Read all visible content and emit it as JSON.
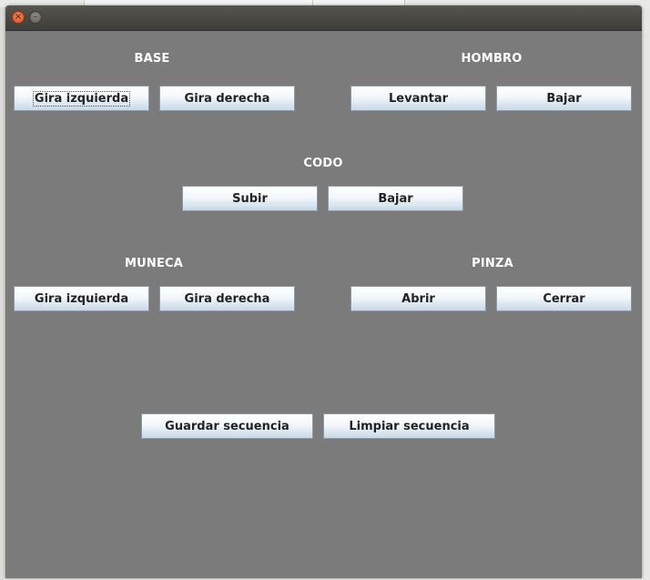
{
  "window": {
    "close_glyph": "×",
    "minimize_glyph": "–"
  },
  "base": {
    "label": "BASE",
    "left_button": "Gira izquierda",
    "right_button": "Gira derecha"
  },
  "hombro": {
    "label": "HOMBRO",
    "up_button": "Levantar",
    "down_button": "Bajar"
  },
  "codo": {
    "label": "CODO",
    "up_button": "Subir",
    "down_button": "Bajar"
  },
  "muneca": {
    "label": "MUNECA",
    "left_button": "Gira izquierda",
    "right_button": "Gira derecha"
  },
  "pinza": {
    "label": "PINZA",
    "open_button": "Abrir",
    "close_button": "Cerrar"
  },
  "sequence": {
    "save_button": "Guardar secuencia",
    "clear_button": "Limpiar secuencia"
  },
  "colors": {
    "panel_bg": "#7b7b7b",
    "titlebar": "#4a4945",
    "close_button": "#e8582a",
    "label_text": "#ffffff"
  }
}
